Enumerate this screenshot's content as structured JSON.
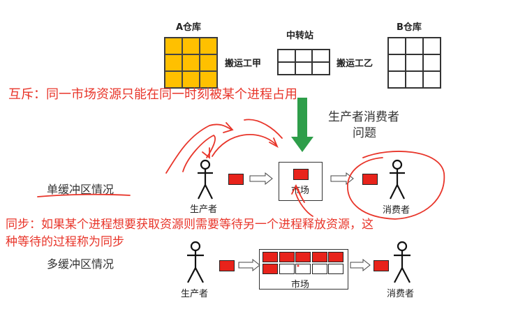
{
  "top": {
    "warehouse_a": "A仓库",
    "transfer_station": "中转站",
    "warehouse_b": "B仓库",
    "worker_a": "搬运工甲",
    "worker_b": "搬运工乙"
  },
  "annotation": {
    "mutex": "互斥：同一市场资源只能在同一时刻被某个进程占用",
    "sync_line1": "同步：如果某个进程想要获取资源则需要等待另一个进程释放资源，这",
    "sync_line2": "种等待的过程称为同步"
  },
  "problem_title_line1": "生产者消费者",
  "problem_title_line2": "问题",
  "single": {
    "label": "单缓冲区情况",
    "producer": "生产者",
    "market": "市场",
    "consumer": "消费者"
  },
  "multi": {
    "label": "多缓冲区情况",
    "producer": "生产者",
    "market": "市场",
    "consumer": "消费者",
    "slots_top_filled": [
      true,
      true,
      true,
      true,
      true
    ],
    "slots_bottom_filled": [
      true,
      false,
      false,
      false,
      false
    ]
  },
  "colors": {
    "annotation_red": "#e8352a",
    "product_red": "#e8231b",
    "warehouse_orange": "#ffc000",
    "arrow_green": "#2e9e4a"
  },
  "icons": {
    "person": "stick-figure-icon",
    "arrow": "hollow-right-arrow-icon",
    "down_arrow": "green-down-arrow-icon"
  }
}
